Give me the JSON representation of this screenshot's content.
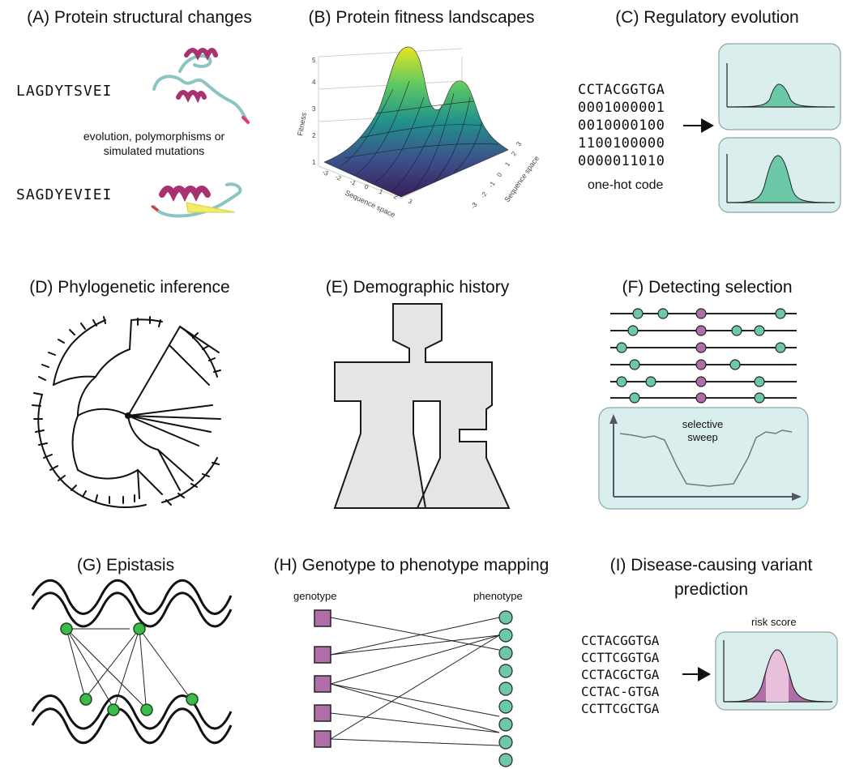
{
  "colors": {
    "teal": "#6cc9a8",
    "purple_node": "#b06ea8",
    "green_node": "#3dbb4a",
    "box_fill": "#dbeeee",
    "box_stroke": "#8aa8a8",
    "magenta": "#a8326f",
    "gray_fill": "#e5e5e5"
  },
  "panels": {
    "a": {
      "title": "(A) Protein structural changes",
      "seq1": "LAGDYTSVEI",
      "seq2": "SAGDYEVIEI",
      "caption_line1": "evolution, polymorphisms or",
      "caption_line2": "simulated mutations"
    },
    "b": {
      "title": "(B) Protein fitness landscapes",
      "zlabel": "Fitness",
      "xlabel": "Sequence space",
      "ylabel": "Sequence space",
      "z_ticks": [
        "1",
        "2",
        "3",
        "4",
        "5"
      ],
      "x_ticks": [
        "-3",
        "-2",
        "-1",
        "0",
        "1",
        "2",
        "3"
      ],
      "y_ticks": [
        "-3",
        "-2",
        "-1",
        "0",
        "1",
        "2",
        "3"
      ]
    },
    "c": {
      "title": "(C) Regulatory evolution",
      "rows": [
        "CCTACGGTGA",
        "0001000001",
        "0010000100",
        "1100100000",
        "0000011010"
      ],
      "caption": "one-hot code"
    },
    "d": {
      "title": "(D) Phylogenetic inference"
    },
    "e": {
      "title": "(E) Demographic history"
    },
    "f": {
      "title": "(F) Detecting selection",
      "box_line1": "selective",
      "box_line2": "sweep"
    },
    "g": {
      "title": "(G) Epistasis"
    },
    "h": {
      "title": "(H) Genotype to phenotype mapping",
      "left_label": "genotype",
      "right_label": "phenotype"
    },
    "i": {
      "title_line1": "(I) Disease-causing variant",
      "title_line2": "prediction",
      "rows": [
        "CCTACGGTGA",
        "CCTTCGGTGA",
        "CCTACGCTGA",
        "CCTAC-GTGA",
        "CCTTCGCTGA"
      ],
      "box_label": "risk score"
    }
  }
}
